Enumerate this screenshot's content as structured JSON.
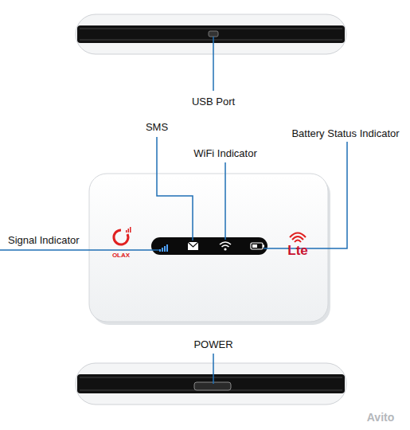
{
  "diagram": {
    "labels": [
      "USB Port",
      "SMS",
      "WiFi Indicator",
      "Battery Status Indicator",
      "Signal Indicator",
      "POWER",
      "OLAX",
      "Lte",
      "Avito"
    ]
  }
}
